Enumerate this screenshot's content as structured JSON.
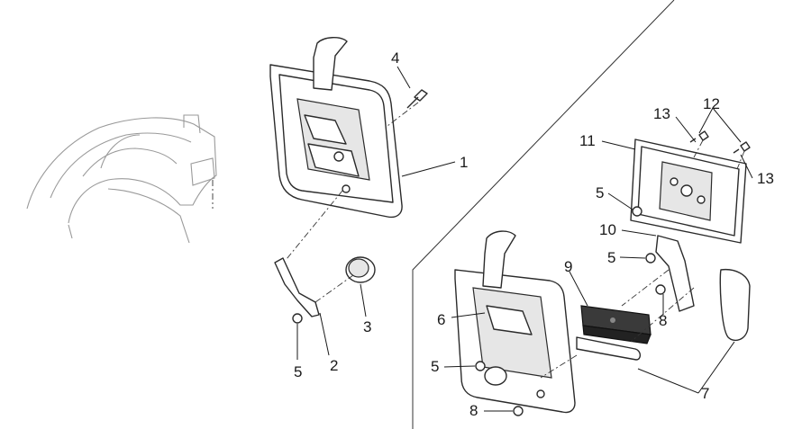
{
  "callouts": {
    "c1": "1",
    "c2": "2",
    "c3": "3",
    "c4": "4",
    "c5a": "5",
    "c5b": "5",
    "c5c": "5",
    "c5d": "5",
    "c6": "6",
    "c7": "7",
    "c8a": "8",
    "c8b": "8",
    "c9": "9",
    "c10": "10",
    "c11": "11",
    "c12": "12",
    "c13a": "13",
    "c13b": "13"
  }
}
